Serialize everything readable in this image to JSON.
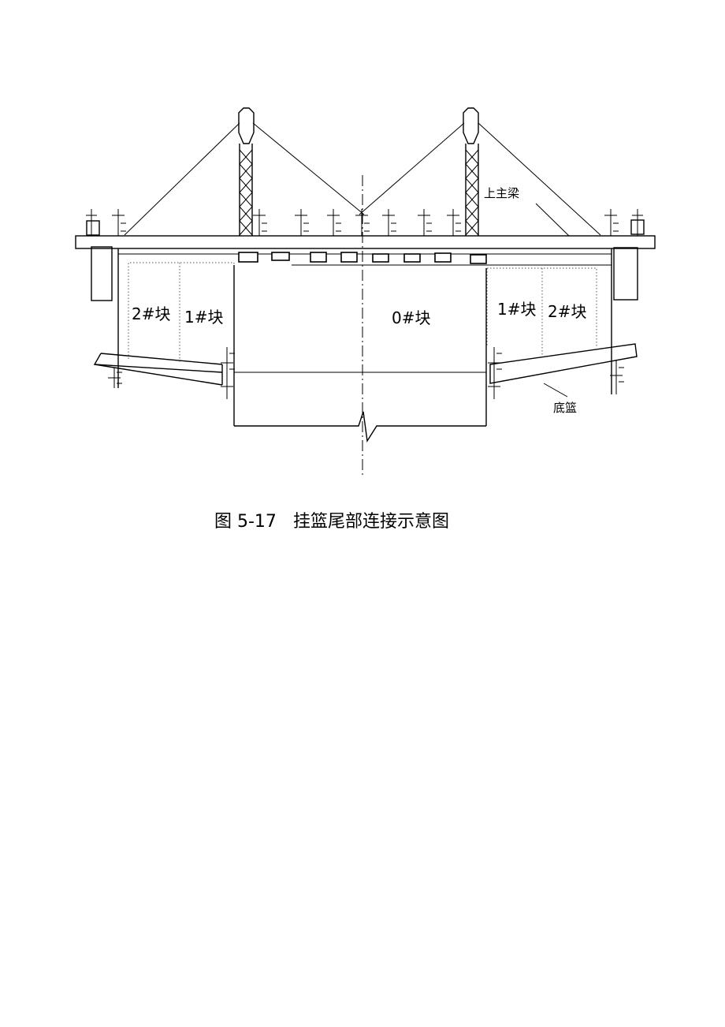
{
  "diagram": {
    "labels": {
      "upper_main_beam": "上主梁",
      "bottom_basket": "底篮",
      "block_2_left": "2#块",
      "block_1_left": "1#块",
      "block_0": "0#块",
      "block_1_right": "1#块",
      "block_2_right": "2#块"
    }
  },
  "caption": {
    "number": "图 5-17",
    "title": "挂篮尾部连接示意图"
  }
}
